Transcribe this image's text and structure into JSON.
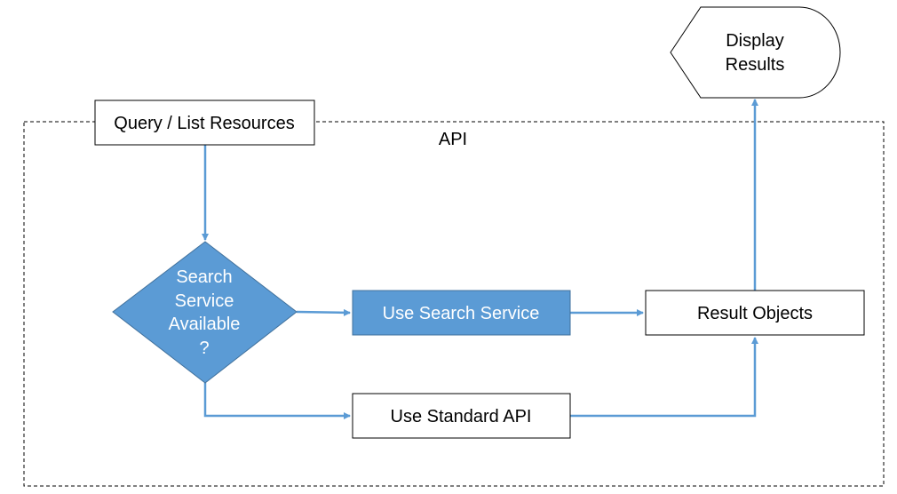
{
  "colors": {
    "accent_fill": "#5b9bd5",
    "accent_stroke": "#41719c",
    "connector": "#5b9bd5",
    "boundary": "#000000"
  },
  "boundary": {
    "label": "API"
  },
  "nodes": {
    "query": {
      "label": "Query / List Resources"
    },
    "decision": {
      "lines": [
        "Search",
        "Service",
        "Available",
        "?"
      ]
    },
    "search": {
      "label": "Use Search Service"
    },
    "standard": {
      "label": "Use Standard API"
    },
    "results": {
      "label": "Result Objects"
    },
    "display": {
      "lines": [
        "Display",
        "Results"
      ]
    }
  }
}
